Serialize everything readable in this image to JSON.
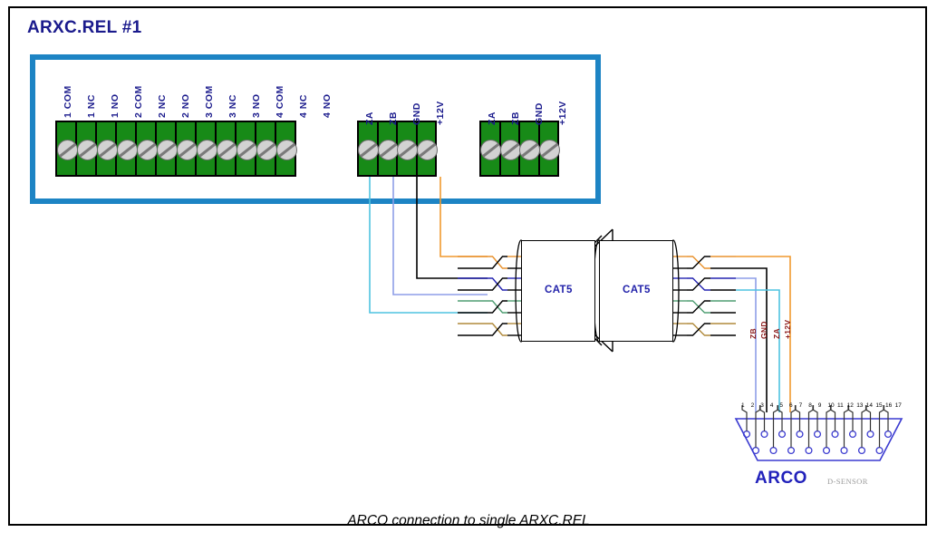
{
  "title": "ARXC.REL #1",
  "caption": "ARCO connection to single ARXC.REL",
  "relay_block": {
    "terminals": [
      "1 COM",
      "1 NC",
      "1 NO",
      "2 COM",
      "2 NC",
      "2 NO",
      "3 COM",
      "3 NC",
      "3 NO",
      "4 COM",
      "4 NC",
      "4 NO"
    ]
  },
  "bus_block_1": {
    "terminals": [
      "ZA",
      "ZB",
      "GND",
      "+12V"
    ]
  },
  "bus_block_2": {
    "terminals": [
      "ZA",
      "ZB",
      "GND",
      "+12V"
    ]
  },
  "cable": {
    "label_left": "CAT5",
    "label_right": "CAT5"
  },
  "connector": {
    "name": "ARCO",
    "subtitle": "D-SENSOR",
    "signal_labels": [
      "ZB",
      "GND",
      "ZA",
      "+12V"
    ],
    "pin_numbers": [
      "1",
      "2",
      "3",
      "4",
      "5",
      "6",
      "7",
      "8",
      "9",
      "10",
      "11",
      "12",
      "13",
      "14",
      "15",
      "16",
      "17"
    ]
  },
  "colors": {
    "box_blue": "#1d84c4",
    "title_blue": "#1a1a8c",
    "terminal_green": "#178a17",
    "wire_za": "#4ec3e0",
    "wire_zb": "#8d9ee8",
    "wire_gnd": "#000000",
    "wire_12v": "#f0992f",
    "label_red": "#8b1a1a",
    "connector_blue": "#3a3ad0",
    "pair_orange": "#e8922e",
    "pair_blue": "#2323b0",
    "pair_green": "#4f9e72",
    "pair_brown": "#b08a3c"
  }
}
